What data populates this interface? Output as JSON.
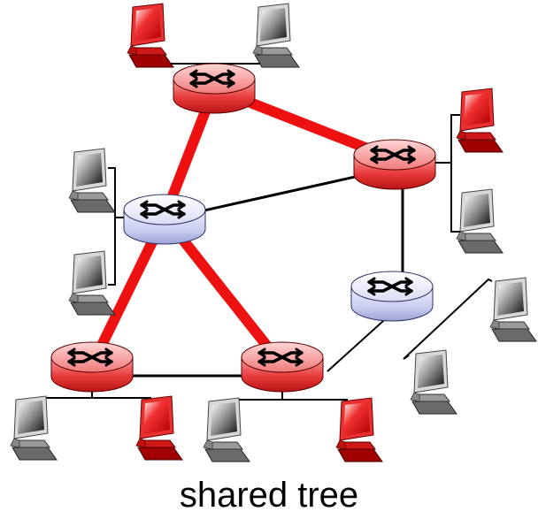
{
  "caption": "shared tree",
  "colors": {
    "tree": "#ee1111",
    "link": "#000000",
    "router_on_tree": "#e83a3a",
    "router_off_tree": "#c9cdf0",
    "host_on_tree": "#e01818",
    "host_off_tree": "#444444"
  },
  "routers": [
    {
      "id": "r-top",
      "on_tree": true
    },
    {
      "id": "r-right",
      "on_tree": true
    },
    {
      "id": "r-left",
      "on_tree": false
    },
    {
      "id": "r-midright",
      "on_tree": false
    },
    {
      "id": "r-bottomleft",
      "on_tree": true
    },
    {
      "id": "r-bottommid",
      "on_tree": true
    }
  ],
  "hosts": [
    {
      "id": "h-top-1",
      "group": true
    },
    {
      "id": "h-top-2",
      "group": false
    },
    {
      "id": "h-right-1",
      "group": true
    },
    {
      "id": "h-right-2",
      "group": false
    },
    {
      "id": "h-left-1",
      "group": false
    },
    {
      "id": "h-left-2",
      "group": false
    },
    {
      "id": "h-far-1",
      "group": false
    },
    {
      "id": "h-far-2",
      "group": false
    },
    {
      "id": "h-bl-1",
      "group": false
    },
    {
      "id": "h-bl-2",
      "group": true
    },
    {
      "id": "h-bm-1",
      "group": false
    },
    {
      "id": "h-bm-2",
      "group": true
    }
  ],
  "links": [
    {
      "from": "r-top",
      "to": "r-right",
      "tree": true
    },
    {
      "from": "r-top",
      "to": "r-left",
      "tree": true
    },
    {
      "from": "r-left",
      "to": "r-bottomleft",
      "tree": true
    },
    {
      "from": "r-left",
      "to": "r-bottommid",
      "tree": true
    },
    {
      "from": "r-left",
      "to": "r-right",
      "tree": false
    },
    {
      "from": "r-right",
      "to": "r-midright",
      "tree": false
    },
    {
      "from": "r-bottomleft",
      "to": "r-bottommid",
      "tree": false
    },
    {
      "from": "r-midright",
      "to": "r-bottommid",
      "tree": false
    }
  ]
}
